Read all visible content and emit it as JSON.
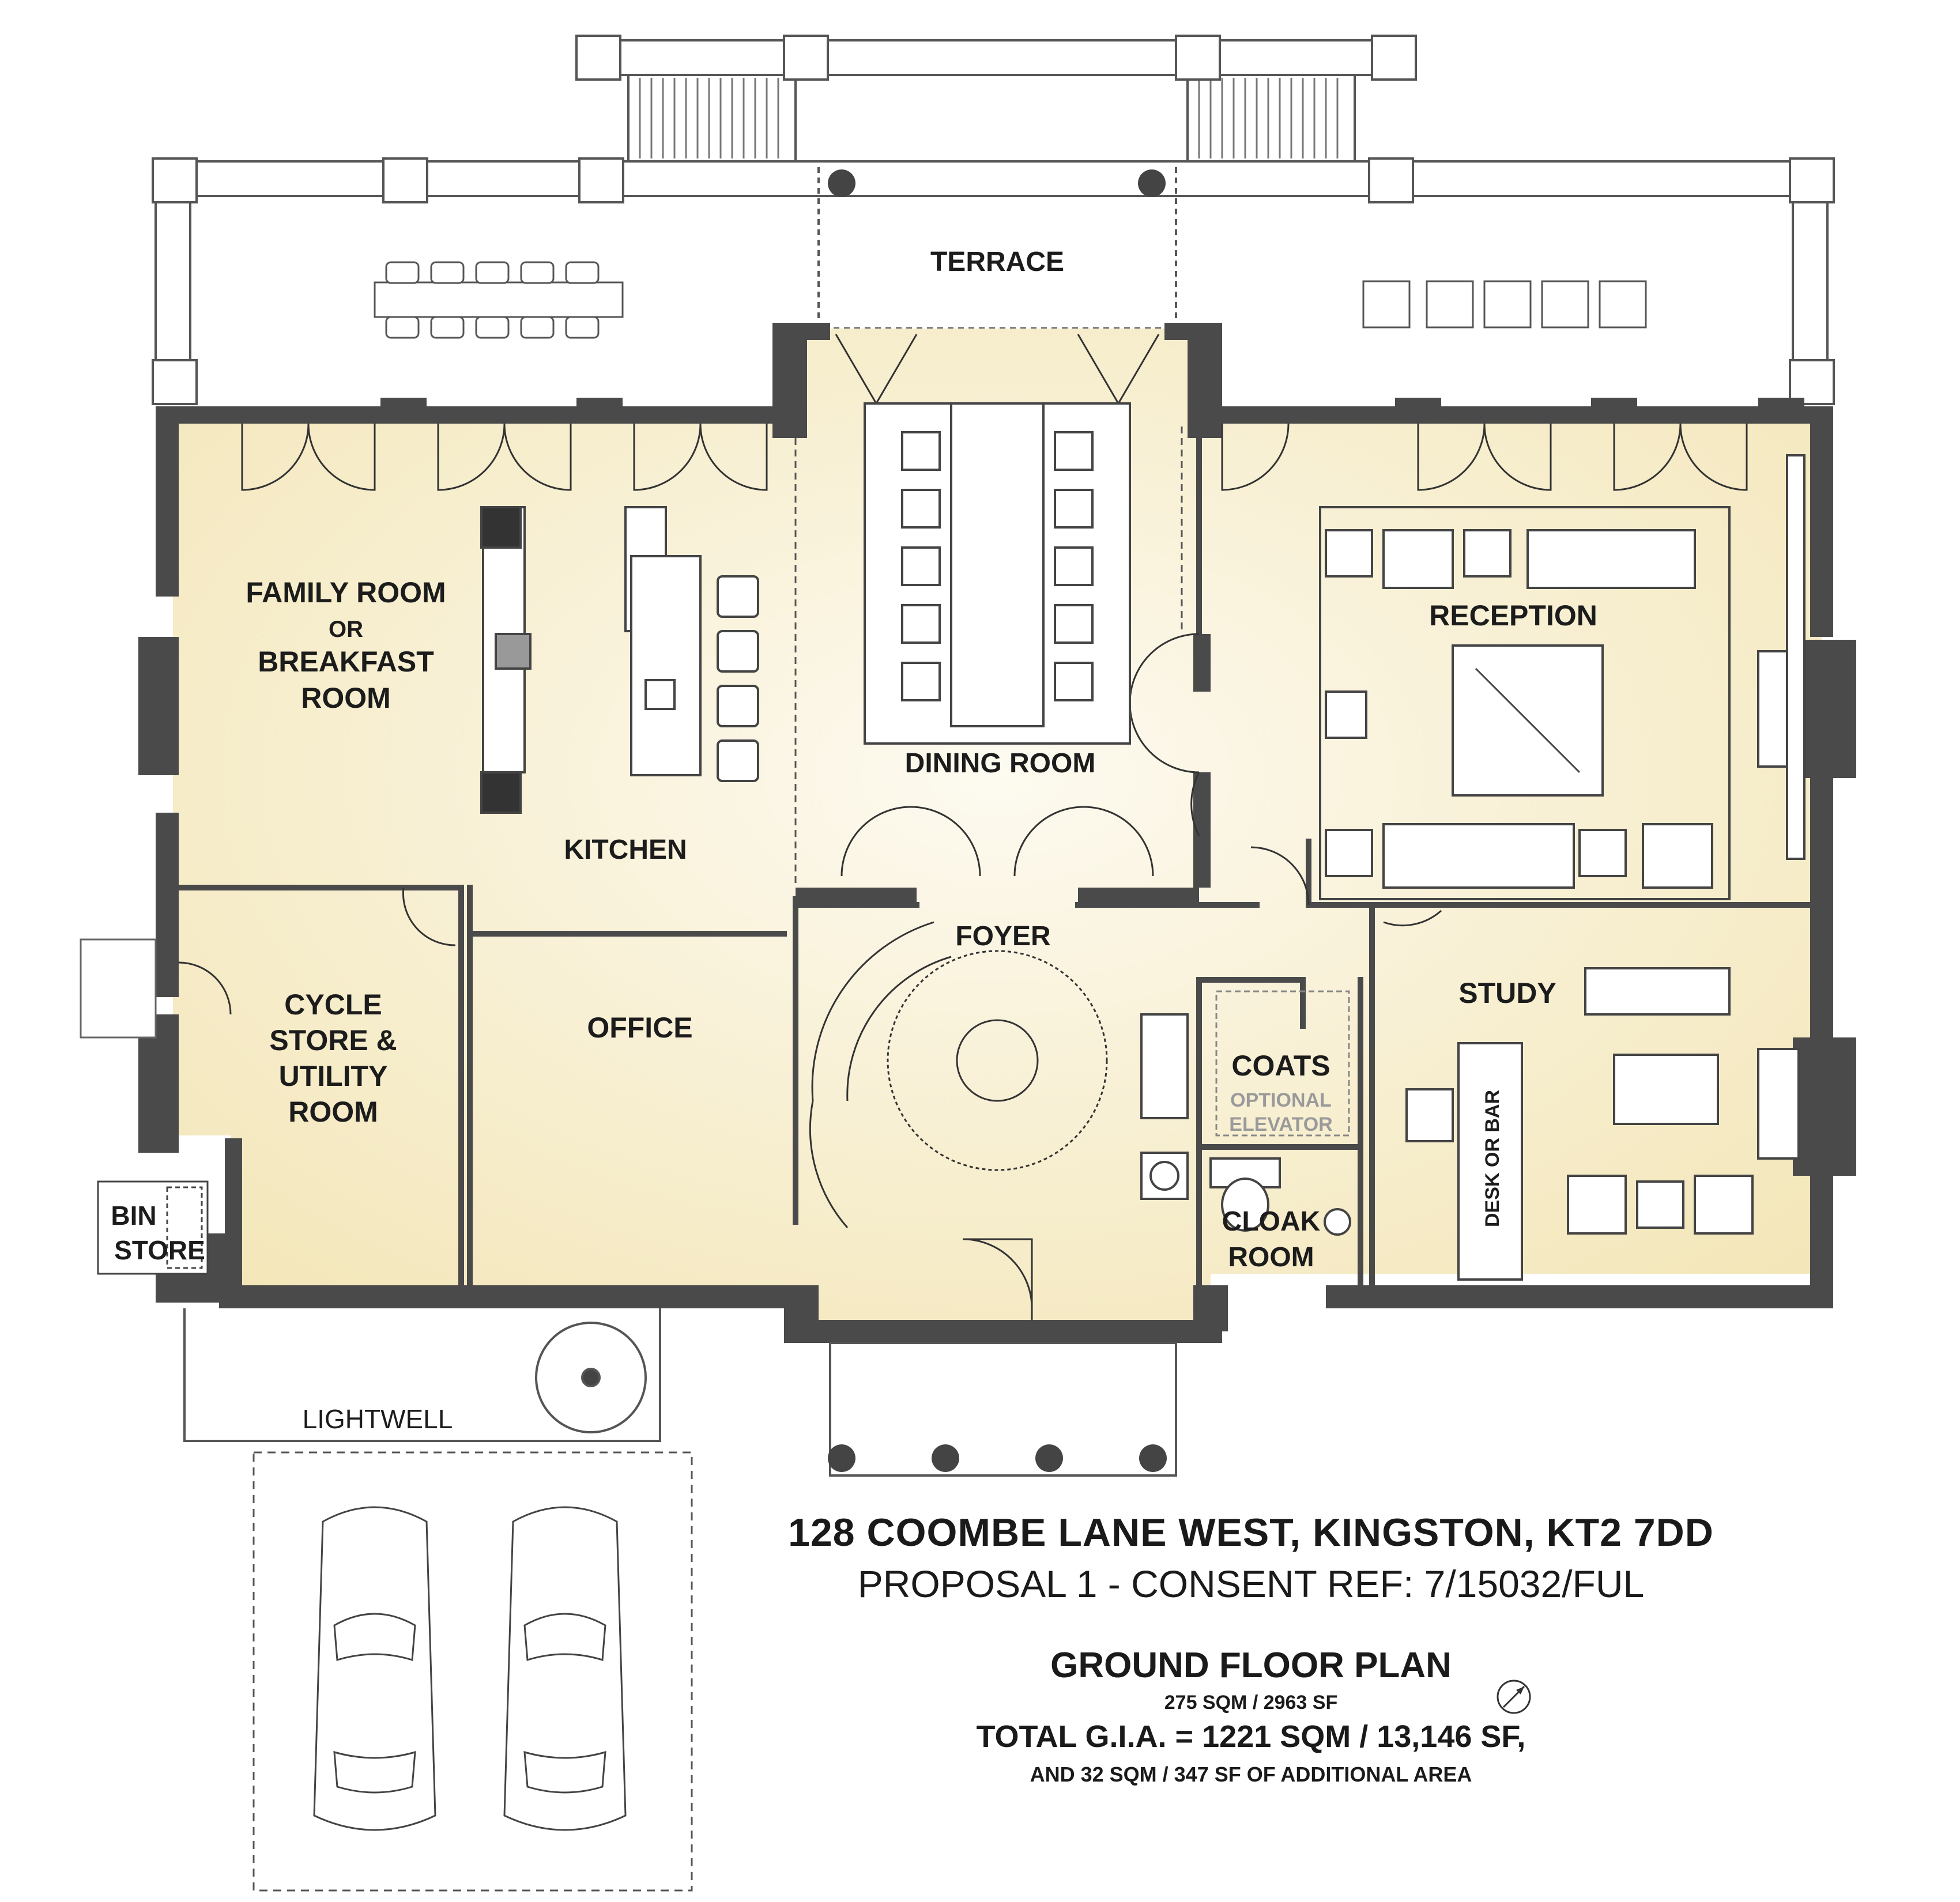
{
  "rooms": {
    "terrace": "TERRACE",
    "family_1": "FAMILY ROOM",
    "family_2": "OR",
    "family_3": "BREAKFAST",
    "family_4": "ROOM",
    "kitchen": "KITCHEN",
    "dining": "DINING ROOM",
    "reception": "RECEPTION",
    "foyer": "FOYER",
    "study": "STUDY",
    "cycle_1": "CYCLE",
    "cycle_2": "STORE &",
    "cycle_3": "UTILITY",
    "cycle_4": "ROOM",
    "office": "OFFICE",
    "coats": "COATS",
    "elevator_1": "OPTIONAL",
    "elevator_2": "ELEVATOR",
    "cloak_1": "CLOAK",
    "cloak_2": "ROOM",
    "bin_1": "BIN",
    "bin_2": "STORE",
    "desk": "DESK OR BAR",
    "lightwell": "LIGHTWELL"
  },
  "title": {
    "address": "128 COOMBE LANE WEST, KINGSTON, KT2 7DD",
    "proposal": "PROPOSAL 1 - CONSENT REF: 7/15032/FUL",
    "plan": "GROUND FLOOR PLAN",
    "area": "275 SQM / 2963 SF",
    "gia": "TOTAL G.I.A. = 1221 SQM / 13,146 SF,",
    "extra": "AND 32 SQM / 347 SF OF ADDITIONAL AREA"
  },
  "colors": {
    "floor": "#f7f0d4",
    "floor_light": "#fbf7e6",
    "wall": "#4a4a4a",
    "line": "#2a2a2a"
  }
}
